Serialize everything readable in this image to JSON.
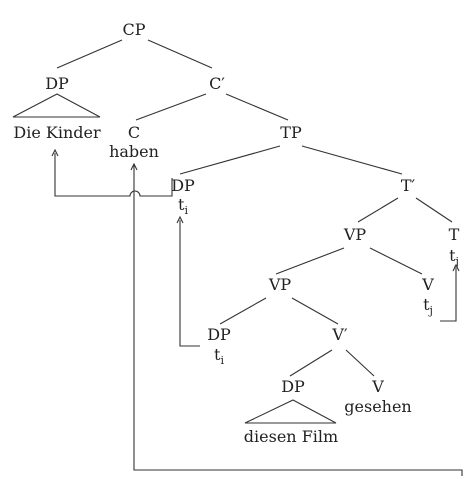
{
  "tree": {
    "cp": "CP",
    "dp_subject": "DP",
    "dp_subject_words": "Die Kinder",
    "c_bar": "C′",
    "c": "C",
    "c_word": "haben",
    "tp": "TP",
    "dp_spec_tp": "DP",
    "trace_i_tp": {
      "base": "t",
      "index": "i"
    },
    "t_bar": "T′",
    "vp_upper": "VP",
    "t_head": "T",
    "trace_j_t": {
      "base": "t",
      "index": "j"
    },
    "vp_lower": "VP",
    "v_upper": "V",
    "trace_j_v": {
      "base": "t",
      "index": "j"
    },
    "dp_spec_vp": "DP",
    "trace_i_vp": {
      "base": "t",
      "index": "i"
    },
    "v_bar": "V′",
    "dp_object": "DP",
    "dp_object_words": "diesen Film",
    "v_lower": "V",
    "v_word": "gesehen"
  }
}
